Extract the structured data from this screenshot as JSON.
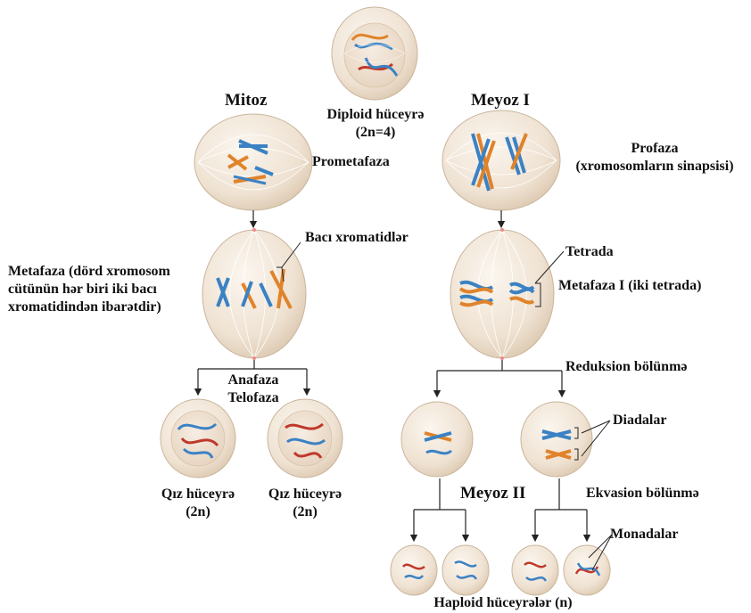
{
  "title_mitosis": "Mitoz",
  "title_meiosis1": "Meyoz I",
  "title_meiosis2": "Meyoz II",
  "diploid_cell": "Diploid hüceyrə",
  "diploid_count": "(2n=4)",
  "prometaphase": "Prometafaza",
  "prophase": "Profaza",
  "prophase_note": "(xromosomların sinapsisi)",
  "sister_chromatids": "Bacı xromatidlər",
  "tetrad": "Tetrada",
  "metaphase_line1": "Metafaza (dörd xromosom",
  "metaphase_line2": "cütünün hər biri iki bacı",
  "metaphase_line3": "xromatidindən ibarətdir)",
  "metaphase1": "Metafaza I (iki tetrada)",
  "reduction_division": "Reduksion bölünmə",
  "anaphase": "Anafaza",
  "telophase": "Telofaza",
  "dyads": "Diadalar",
  "daughter_cell_left": "Qız hüceyrə",
  "daughter_cell_left_ploidy": "(2n)",
  "daughter_cell_right": "Qız hüceyrə",
  "daughter_cell_right_ploidy": "(2n)",
  "equational_division": "Ekvasion bölünmə",
  "monads": "Monadalar",
  "haploid_cells": "Haploid hüceyrələr (n)",
  "colors": {
    "blue": "#3b82c4",
    "orange": "#e0832b",
    "red": "#c0392b",
    "cell": "#efe2d2",
    "cell_edge": "#c9b59c"
  }
}
